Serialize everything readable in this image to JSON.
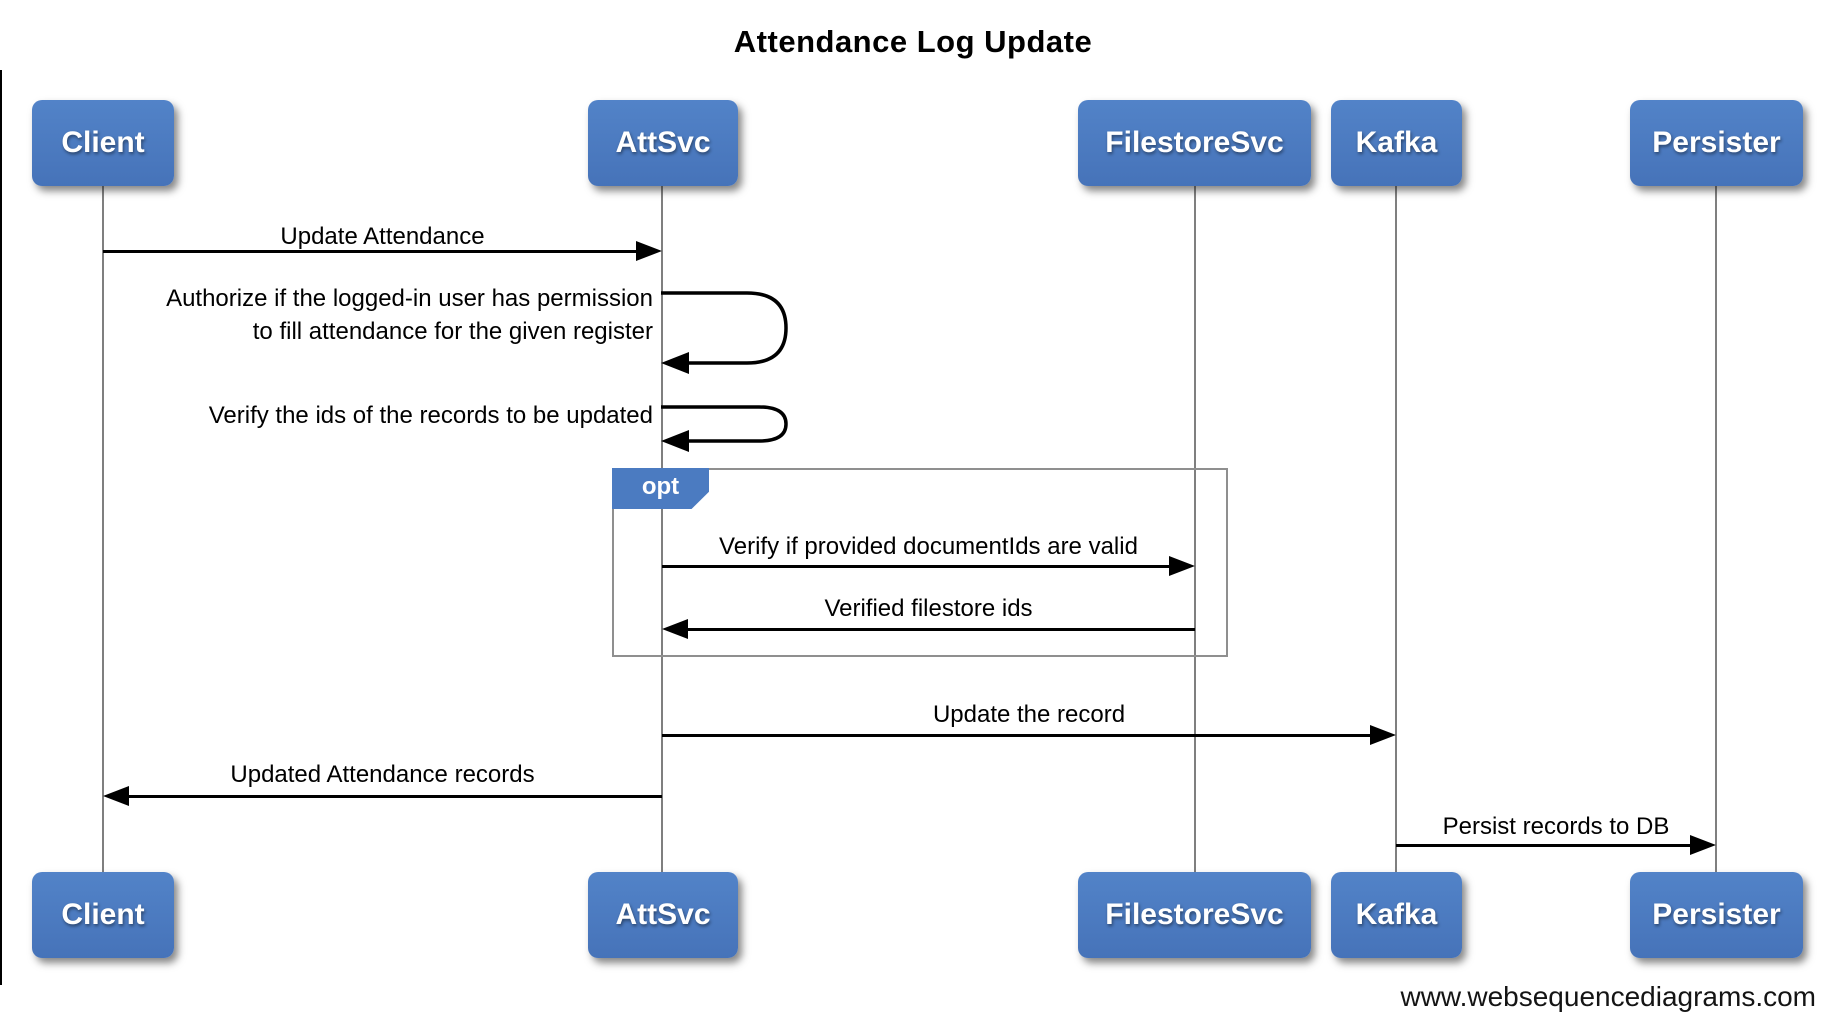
{
  "title": "Attendance Log Update",
  "footer": "www.websequencediagrams.com",
  "fragment": {
    "kind": "opt",
    "label": "opt"
  },
  "actors": [
    {
      "label": "Client"
    },
    {
      "label": "AttSvc"
    },
    {
      "label": "FilestoreSvc"
    },
    {
      "label": "Kafka"
    },
    {
      "label": "Persister"
    }
  ],
  "messages": {
    "update_attendance": {
      "from": "Client",
      "to": "AttSvc",
      "kind": "solid-arrow",
      "label": "Update Attendance"
    },
    "authorize": {
      "from": "AttSvc",
      "to": "AttSvc",
      "kind": "self-arrow",
      "lines": [
        "Authorize if the logged-in user has permission",
        "to fill attendance for the given register"
      ]
    },
    "verify_record_ids": {
      "from": "AttSvc",
      "to": "AttSvc",
      "kind": "self-arrow",
      "label": "Verify the ids of the records to be updated"
    },
    "verify_document_ids": {
      "from": "AttSvc",
      "to": "FilestoreSvc",
      "kind": "solid-arrow",
      "in_fragment": "opt",
      "label": "Verify if provided documentIds are valid"
    },
    "verified_filestore_ids": {
      "from": "FilestoreSvc",
      "to": "AttSvc",
      "kind": "solid-arrow",
      "in_fragment": "opt",
      "label": "Verified filestore ids"
    },
    "update_the_record": {
      "from": "AttSvc",
      "to": "Kafka",
      "kind": "solid-arrow",
      "label": "Update the record"
    },
    "updated_attendance_records": {
      "from": "AttSvc",
      "to": "Client",
      "kind": "solid-arrow",
      "label": "Updated Attendance records"
    },
    "persist_records": {
      "from": "Kafka",
      "to": "Persister",
      "kind": "solid-arrow",
      "label": "Persist records to DB"
    }
  },
  "colors": {
    "actor_fill": "#4b7bc1",
    "actor_text": "#ffffff",
    "lifeline": "#7f7f7f",
    "arrow": "#000000",
    "fragment_border": "#8f8f8f",
    "fragment_tag_fill": "#4b7bc1",
    "background": "#ffffff"
  }
}
